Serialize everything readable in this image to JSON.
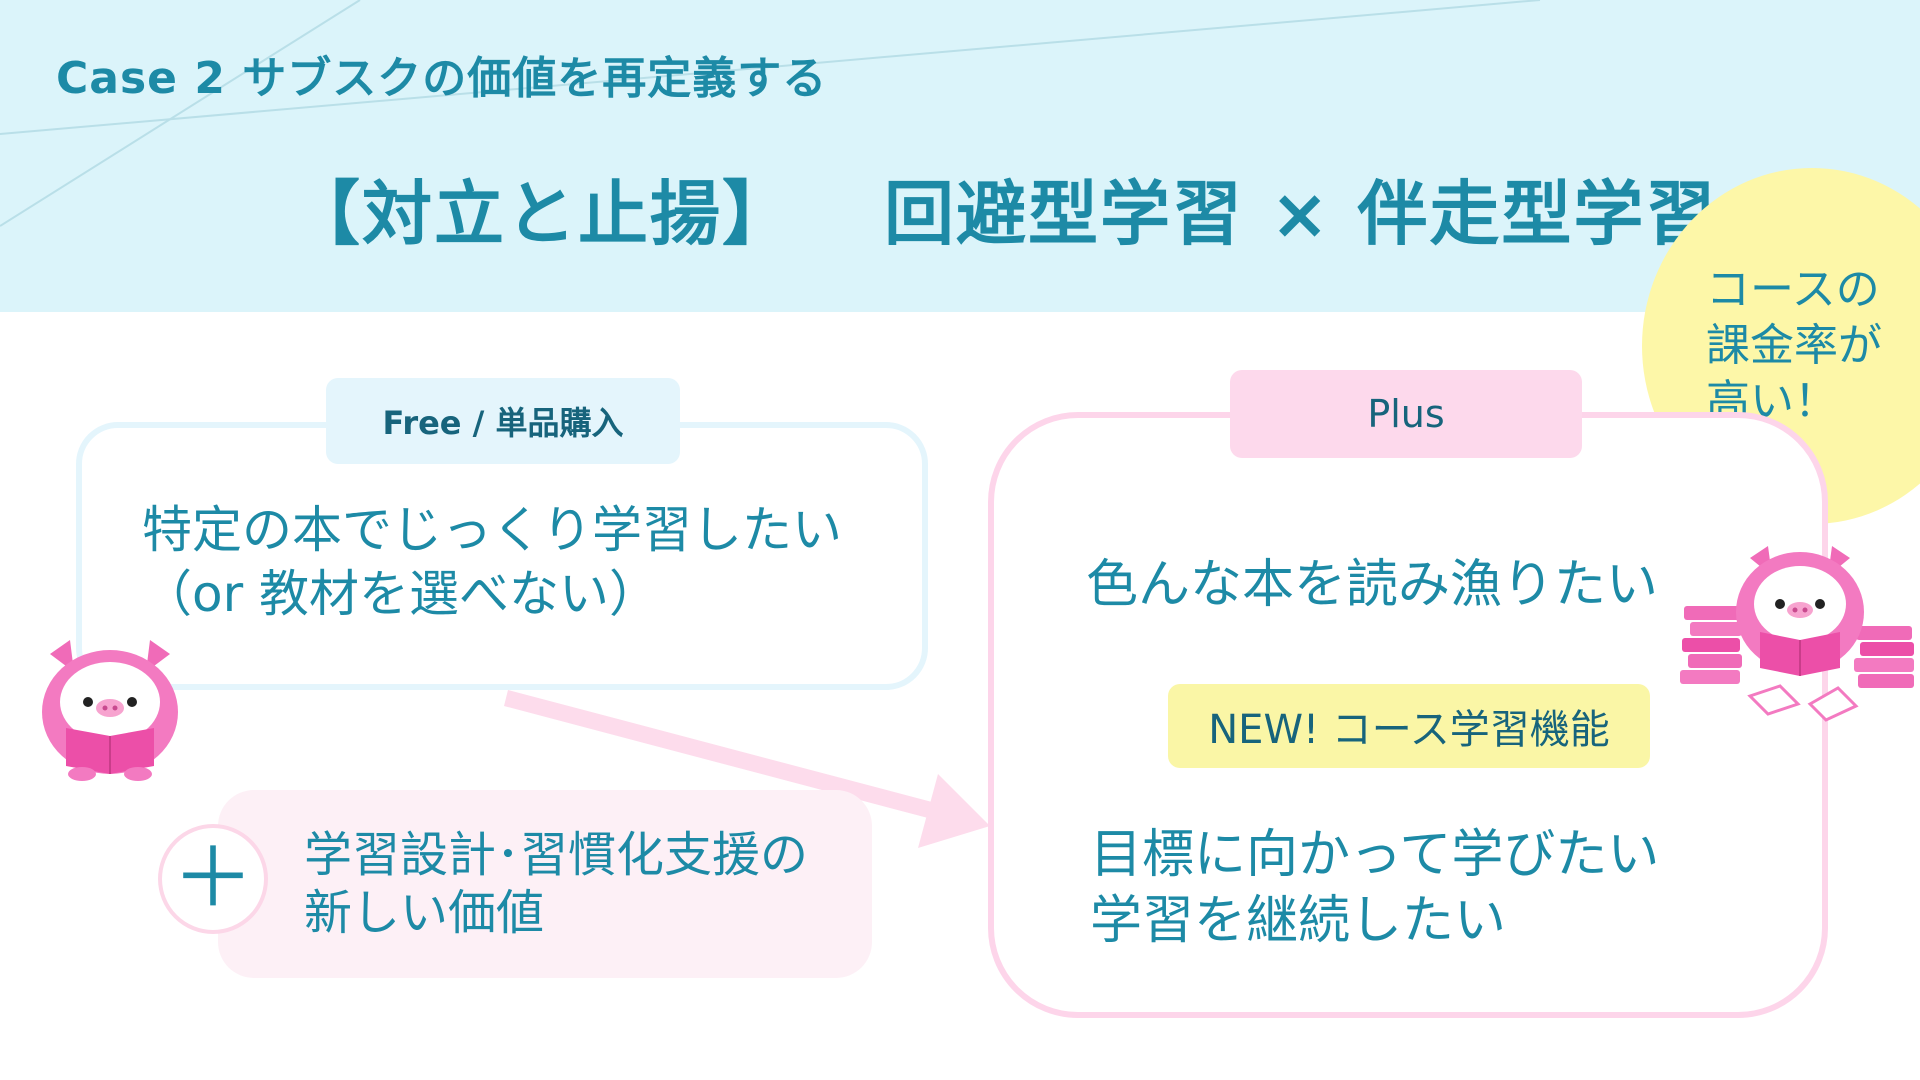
{
  "header": {
    "case_title": "Case 2 サブスクの価値を再定義する",
    "main_title_left": "【対立と止揚】",
    "main_title_right": "回避型学習 × 伴走型学習"
  },
  "bubble": {
    "lines": [
      "コースの",
      "課金率が",
      "高い！"
    ]
  },
  "free": {
    "tag": "Free / 単品購入",
    "lines": [
      "特定の本でじっくり学習したい",
      "（or 教材を選べない）"
    ]
  },
  "new_value": {
    "plus_symbol": "＋",
    "lines": [
      "学習設計･習慣化支援の",
      "新しい価値"
    ]
  },
  "plus": {
    "tag": "Plus",
    "line1": "色んな本を読み漁りたい",
    "new_feature": "NEW! コース学習機能",
    "lines": [
      "目標に向かって学びたい",
      "学習を継続したい"
    ]
  },
  "colors": {
    "teal": "#1d8aa6",
    "header_bg": "#dbf4fa",
    "pink": "#fdd9ec",
    "yellow": "#fdf7a8",
    "light_blue": "#e4f5fc"
  },
  "icons": {
    "pig_left": "pig-reading-icon",
    "pig_right": "pig-with-books-icon"
  }
}
